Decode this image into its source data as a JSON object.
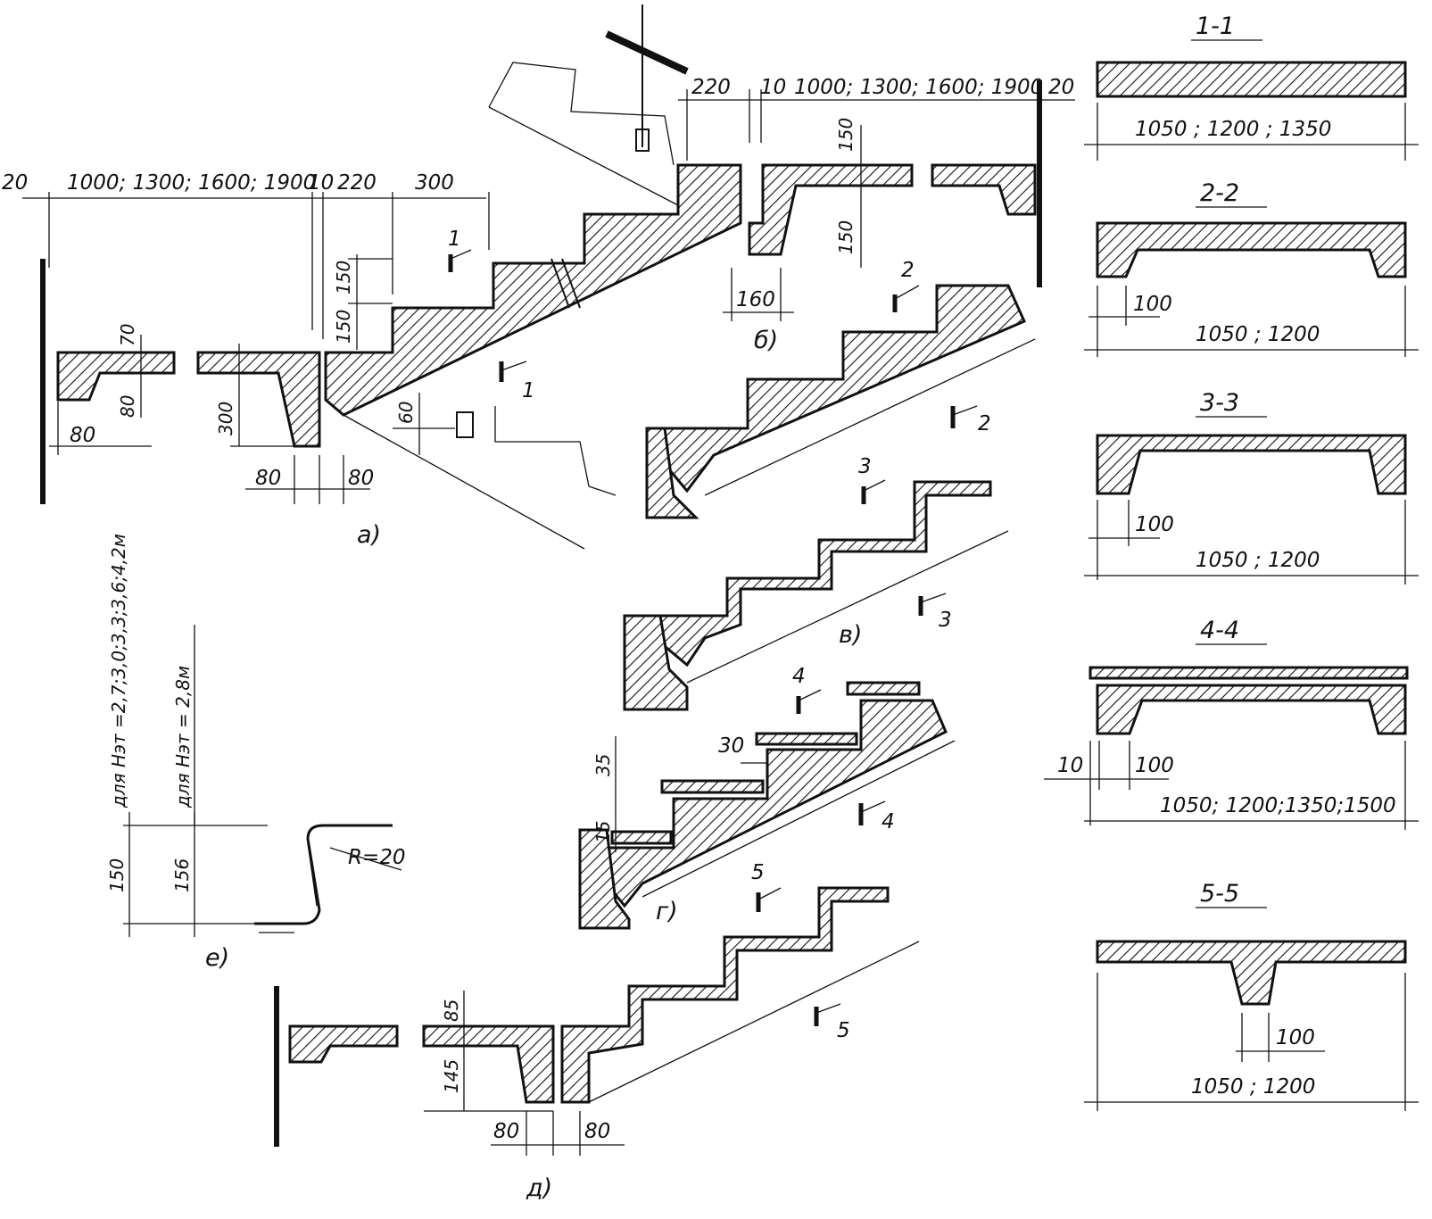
{
  "fragment_a": {
    "label": "а)",
    "dims_top": [
      "20",
      "1000; 1300; 1600; 1900",
      "10",
      "220",
      "300"
    ],
    "dim_150_a": "150",
    "dim_150_b": "150",
    "dim_70": "70",
    "dim_80_v": "80",
    "dim_300_v": "300",
    "dim_60_v": "60",
    "dim_80_left": "80",
    "dim_80_b1": "80",
    "dim_80_b2": "80",
    "cut_1_top": "1",
    "cut_1_bottom": "1"
  },
  "fragment_b": {
    "label": "б)",
    "dim_220": "220",
    "dim_10": "10",
    "dim_span": "1000; 1300; 1600; 1900",
    "dim_20": "20",
    "dim_150_a": "150",
    "dim_150_b": "150",
    "dim_160": "160"
  },
  "fragment_v": {
    "label": "в)",
    "cut_2_top": "2",
    "cut_2_bottom": "2",
    "cut_3_top": "3",
    "cut_3_bottom": "3"
  },
  "fragment_g": {
    "label": "г)",
    "cut_4_top": "4",
    "cut_4_bottom": "4",
    "dim_30": "30",
    "dim_35": "35",
    "dim_15": "15"
  },
  "fragment_d": {
    "label": "д)",
    "cut_5_top": "5",
    "cut_5_bottom": "5",
    "dim_85": "85",
    "dim_145": "145",
    "dim_80_1": "80",
    "dim_80_2": "80"
  },
  "fragment_e": {
    "label": "е)",
    "radius": "R=20",
    "dim_150": "150",
    "dim_156": "156",
    "note_1": "для Нэт =2,7;3,0;3,3;3,6;4,2м",
    "note_2": "для Нэт = 2,8м"
  },
  "sections": [
    {
      "title": "1-1",
      "dims": "1050 ; 1200 ; 1350"
    },
    {
      "title": "2-2",
      "dim_small": "100",
      "dims": "1050 ; 1200"
    },
    {
      "title": "3-3",
      "dim_small": "100",
      "dims": "1050 ; 1200"
    },
    {
      "title": "4-4",
      "dim_small_a": "10",
      "dim_small": "100",
      "dims": "1050; 1200;1350;1500"
    },
    {
      "title": "5-5",
      "dim_small": "100",
      "dims": "1050 ; 1200"
    }
  ]
}
